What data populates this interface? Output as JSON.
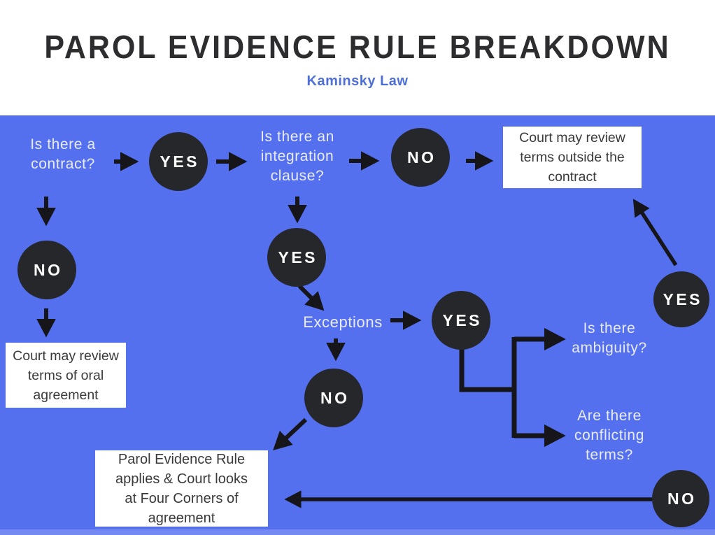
{
  "header": {
    "title": "PAROL EVIDENCE RULE BREAKDOWN",
    "subtitle": "Kaminsky Law"
  },
  "colors": {
    "canvas_blue": "#5470EF",
    "footer_strip_blue": "#7589F2",
    "node_black": "#26272B",
    "title_dark": "#2D2D30",
    "subtitle_blue": "#4D6FD6",
    "question_text": "#E9ECF8",
    "box_text": "#3A3A3A",
    "arrow_black": "#15151A"
  },
  "flowchart": {
    "questions": {
      "contract": "Is there a\ncontract?",
      "integration": "Is there an\nintegration\nclause?",
      "exceptions": "Exceptions",
      "ambiguity": "Is there\nambiguity?",
      "conflicting": "Are there\nconflicting\nterms?"
    },
    "circles": [
      {
        "id": "yes-after-contract",
        "label": "YES"
      },
      {
        "id": "no-after-integration",
        "label": "NO"
      },
      {
        "id": "no-after-contract",
        "label": "NO"
      },
      {
        "id": "yes-after-integration",
        "label": "YES"
      },
      {
        "id": "yes-after-exceptions",
        "label": "YES"
      },
      {
        "id": "no-after-exceptions",
        "label": "NO"
      },
      {
        "id": "yes-to-outside-review",
        "label": "YES"
      },
      {
        "id": "no-to-four-corners",
        "label": "NO"
      }
    ],
    "outcomes": {
      "outside": "Court may review\nterms outside the\ncontract",
      "oral": "Court may review\nterms of oral\nagreement",
      "four_corners": "Parol Evidence Rule\napplies & Court looks\nat Four Corners of\nagreement"
    }
  }
}
